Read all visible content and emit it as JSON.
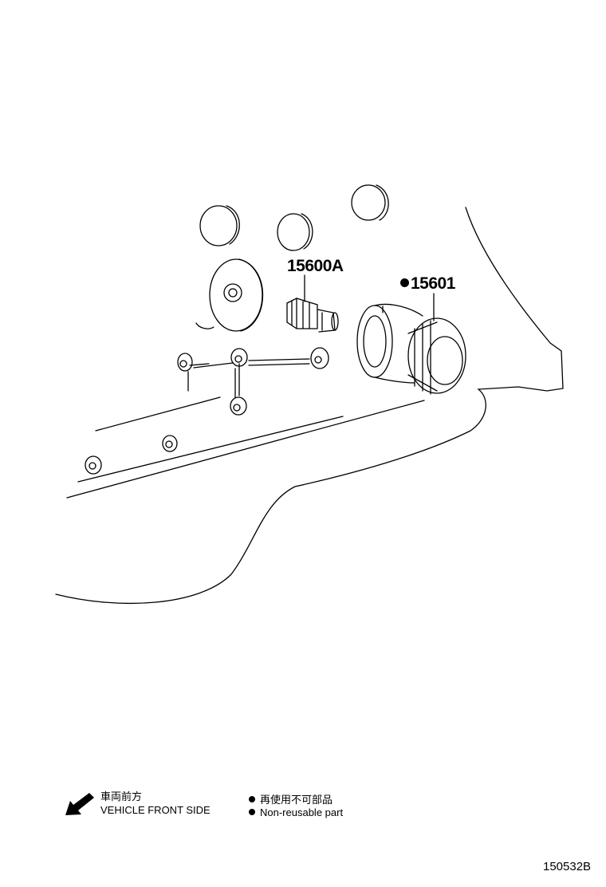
{
  "callouts": {
    "part_1": "15600A",
    "part_2": "15601",
    "part_2_marked": true
  },
  "legend": {
    "direction_jp": "車両前方",
    "direction_en": "VEHICLE FRONT SIDE",
    "nonreuse_jp": "再使用不可部品",
    "nonreuse_en": "Non-reusable part"
  },
  "reference_code": "150532B",
  "icons": {
    "direction": "front-arrow-icon",
    "bullet": "bullet-dot-icon"
  }
}
